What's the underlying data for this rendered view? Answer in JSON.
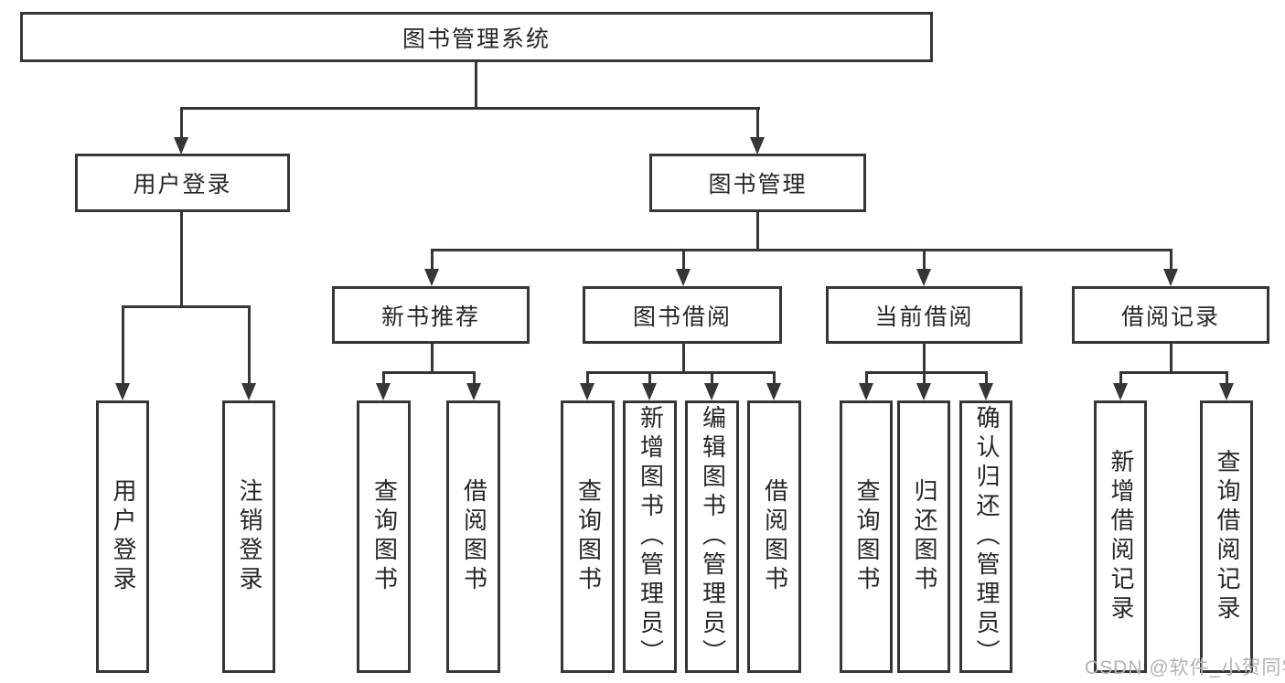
{
  "diagram": {
    "root": {
      "label": "图书管理系统"
    },
    "level2": [
      {
        "label": "用户登录"
      },
      {
        "label": "图书管理"
      }
    ],
    "level3": [
      {
        "label": "新书推荐"
      },
      {
        "label": "图书借阅"
      },
      {
        "label": "当前借阅"
      },
      {
        "label": "借阅记录"
      }
    ],
    "leaves": {
      "user_login": [
        {
          "label": "用户登录"
        },
        {
          "label": "注销登录"
        }
      ],
      "new_book": [
        {
          "label": "查询图书"
        },
        {
          "label": "借阅图书"
        }
      ],
      "book_borrow": [
        {
          "label": "查询图书"
        },
        {
          "label": "新增图书（管理员）"
        },
        {
          "label": "编辑图书（管理员）"
        },
        {
          "label": "借阅图书"
        }
      ],
      "current_borrow": [
        {
          "label": "查询图书"
        },
        {
          "label": "归还图书"
        },
        {
          "label": "确认归还（管理员）"
        }
      ],
      "borrow_record": [
        {
          "label": "新增借阅记录"
        },
        {
          "label": "查询借阅记录"
        }
      ]
    }
  },
  "watermark": {
    "text": "CSDN @软件_小贺同学"
  },
  "colors": {
    "line": "#35353a",
    "text": "#26262b",
    "watermark": "#b3b3b3",
    "background": "#ffffff"
  }
}
